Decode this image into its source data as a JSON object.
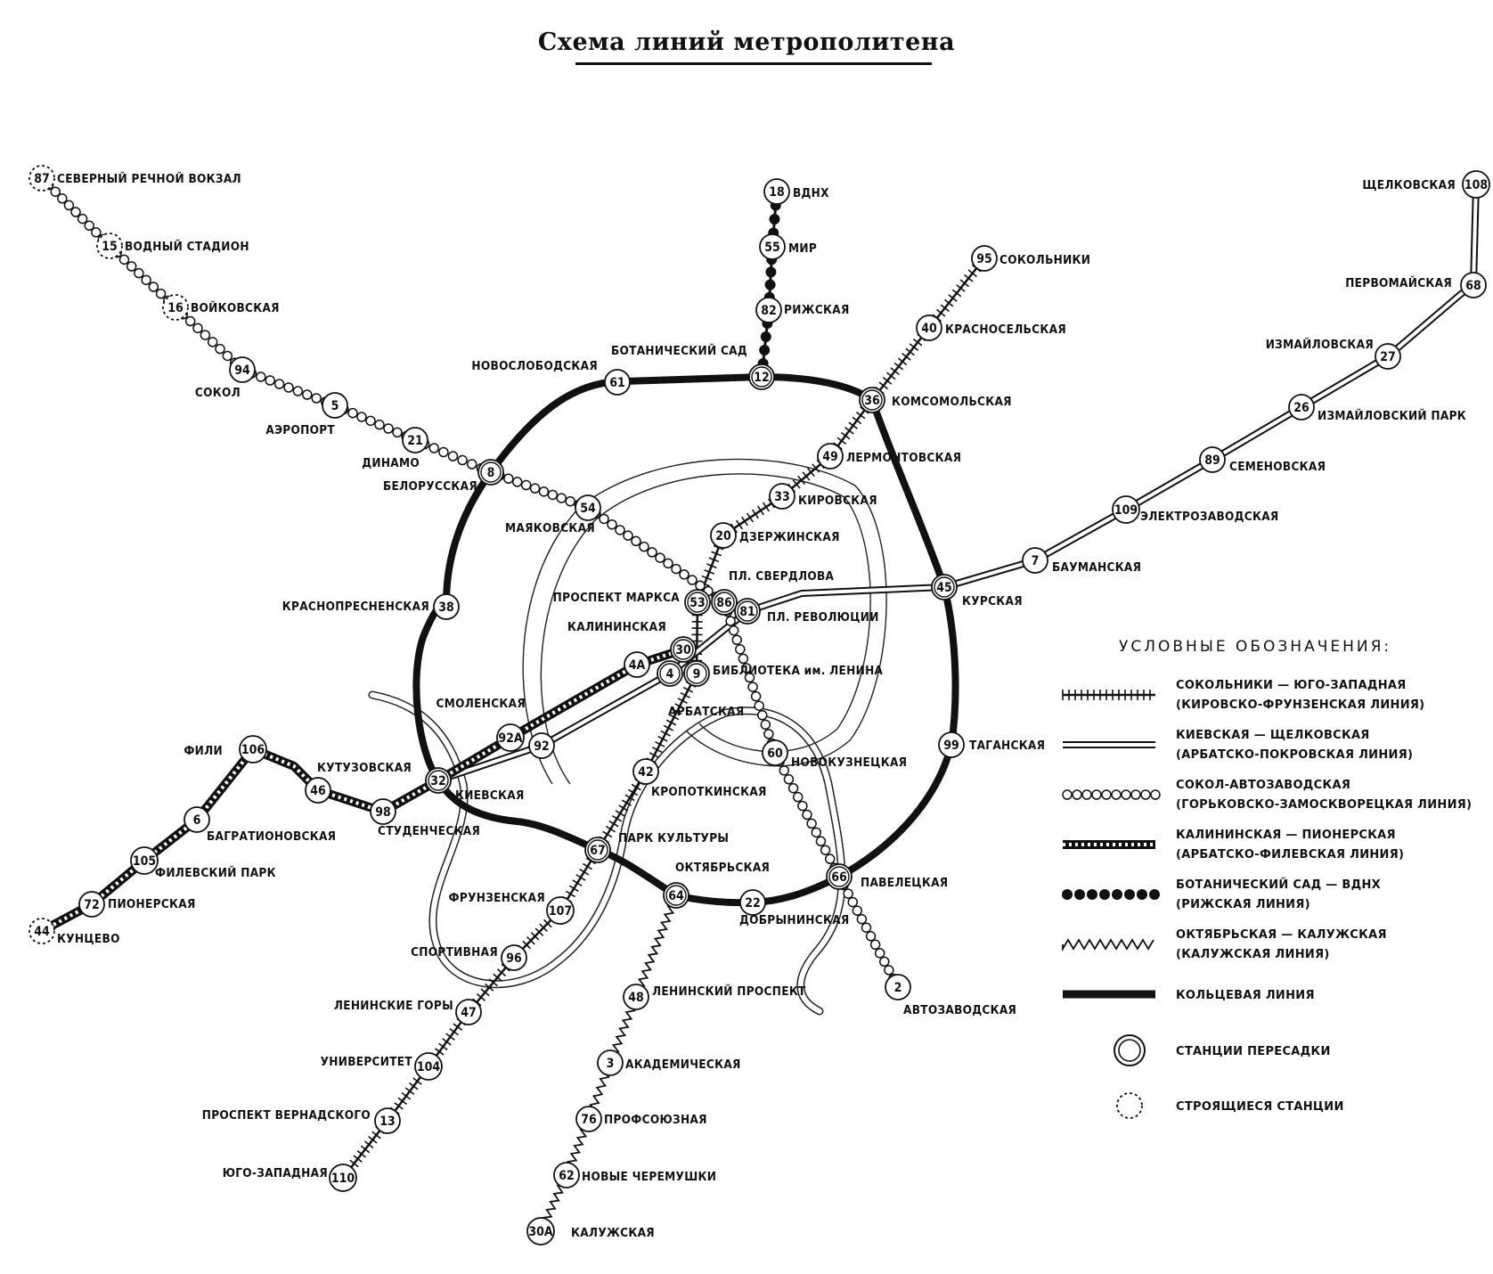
{
  "title": "Схема линий метрополитена",
  "legend": {
    "title": "УСЛОВНЫЕ ОБОЗНАЧЕНИЯ:",
    "items": [
      {
        "style": "ties",
        "line1": "СОКОЛЬНИКИ — ЮГО-ЗАПАДНАЯ",
        "line2": "(КИРОВСКО-ФРУНЗЕНСКАЯ ЛИНИЯ)"
      },
      {
        "style": "double",
        "line1": "КИЕВСКАЯ — ЩЕЛКОВСКАЯ",
        "line2": "(АРБАТСКО-ПОКРОВСКАЯ ЛИНИЯ)"
      },
      {
        "style": "circles",
        "line1": "СОКОЛ-АВТОЗАВОДСКАЯ",
        "line2": "(ГОРЬКОВСКО-ЗАМОСКВОРЕЦКАЯ ЛИНИЯ)"
      },
      {
        "style": "ladder",
        "line1": "КАЛИНИНСКАЯ — ПИОНЕРСКАЯ",
        "line2": "(АРБАТСКО-ФИЛЕВСКАЯ ЛИНИЯ)"
      },
      {
        "style": "dots",
        "line1": "БОТАНИЧЕСКИЙ САД — ВДНХ",
        "line2": "(РИЖСКАЯ ЛИНИЯ)"
      },
      {
        "style": "zigzag",
        "line1": "ОКТЯБРЬСКАЯ — КАЛУЖСКАЯ",
        "line2": "(КАЛУЖСКАЯ ЛИНИЯ)"
      },
      {
        "style": "thick",
        "line1": "КОЛЬЦЕВАЯ ЛИНИЯ",
        "line2": ""
      },
      {
        "style": "transfer",
        "line1": "СТАНЦИИ ПЕРЕСАДКИ",
        "line2": ""
      },
      {
        "style": "construction",
        "line1": "СТРОЯЩИЕСЯ СТАНЦИИ",
        "line2": ""
      }
    ]
  },
  "stations": [
    {
      "id": "87",
      "name": "СЕВЕРНЫЙ РЕЧНОЙ ВОКЗАЛ",
      "dashed": true
    },
    {
      "id": "15",
      "name": "ВОДНЫЙ СТАДИОН",
      "dashed": true
    },
    {
      "id": "16",
      "name": "ВОЙКОВСКАЯ",
      "dashed": true
    },
    {
      "id": "94",
      "name": "СОКОЛ"
    },
    {
      "id": "5",
      "name": "АЭРОПОРТ"
    },
    {
      "id": "21",
      "name": "ДИНАМО"
    },
    {
      "id": "8",
      "name": "БЕЛОРУССКАЯ",
      "transfer": true
    },
    {
      "id": "54",
      "name": "МАЯКОВСКАЯ"
    },
    {
      "id": "86",
      "name": "ПЛ. СВЕРДЛОВА",
      "transfer": true
    },
    {
      "id": "60",
      "name": "НОВОКУЗНЕЦКАЯ"
    },
    {
      "id": "66",
      "name": "ПАВЕЛЕЦКАЯ",
      "transfer": true
    },
    {
      "id": "2",
      "name": "АВТОЗАВОДСКАЯ"
    },
    {
      "id": "18",
      "name": "ВДНХ"
    },
    {
      "id": "55",
      "name": "МИР"
    },
    {
      "id": "82",
      "name": "РИЖСКАЯ"
    },
    {
      "id": "12",
      "name": "БОТАНИЧЕСКИЙ САД",
      "transfer": true
    },
    {
      "id": "61",
      "name": "НОВОСЛОБОДСКАЯ"
    },
    {
      "id": "95",
      "name": "СОКОЛЬНИКИ"
    },
    {
      "id": "40",
      "name": "КРАСНОСЕЛЬСКАЯ"
    },
    {
      "id": "36",
      "name": "КОМСОМОЛЬСКАЯ",
      "transfer": true
    },
    {
      "id": "49",
      "name": "ЛЕРМОНТОВСКАЯ"
    },
    {
      "id": "33",
      "name": "КИРОВСКАЯ"
    },
    {
      "id": "20",
      "name": "ДЗЕРЖИНСКАЯ"
    },
    {
      "id": "53",
      "name": "ПРОСПЕКТ МАРКСА",
      "transfer": true
    },
    {
      "id": "9",
      "name": "БИБЛИОТЕКА им. ЛЕНИНА",
      "transfer": true
    },
    {
      "id": "42",
      "name": "КРОПОТКИНСКАЯ"
    },
    {
      "id": "67",
      "name": "ПАРК КУЛЬТУРЫ",
      "transfer": true
    },
    {
      "id": "107",
      "name": "ФРУНЗЕНСКАЯ"
    },
    {
      "id": "96",
      "name": "СПОРТИВНАЯ"
    },
    {
      "id": "47",
      "name": "ЛЕНИНСКИЕ ГОРЫ"
    },
    {
      "id": "104",
      "name": "УНИВЕРСИТЕТ"
    },
    {
      "id": "13",
      "name": "ПРОСПЕКТ ВЕРНАДСКОГО"
    },
    {
      "id": "110",
      "name": "ЮГО-ЗАПАДНАЯ"
    },
    {
      "id": "108",
      "name": "ЩЕЛКОВСКАЯ"
    },
    {
      "id": "68",
      "name": "ПЕРВОМАЙСКАЯ"
    },
    {
      "id": "27",
      "name": "ИЗМАЙЛОВСКАЯ"
    },
    {
      "id": "26",
      "name": "ИЗМАЙЛОВСКИЙ ПАРК"
    },
    {
      "id": "89",
      "name": "СЕМЕНОВСКАЯ"
    },
    {
      "id": "109",
      "name": "ЭЛЕКТРОЗАВОДСКАЯ"
    },
    {
      "id": "7",
      "name": "БАУМАНСКАЯ"
    },
    {
      "id": "45",
      "name": "КУРСКАЯ",
      "transfer": true
    },
    {
      "id": "81",
      "name": "ПЛ. РЕВОЛЮЦИИ",
      "transfer": true
    },
    {
      "id": "4",
      "name": "АРБАТСКАЯ",
      "transfer": true
    },
    {
      "id": "92",
      "name": ""
    },
    {
      "id": "32",
      "name": "КИЕВСКАЯ",
      "transfer": true
    },
    {
      "id": "30",
      "name": "КАЛИНИНСКАЯ",
      "transfer": true
    },
    {
      "id": "4А",
      "name": ""
    },
    {
      "id": "92А",
      "name": "СМОЛЕНСКАЯ"
    },
    {
      "id": "98",
      "name": "СТУДЕНЧЕСКАЯ"
    },
    {
      "id": "46",
      "name": "КУТУЗОВСКАЯ"
    },
    {
      "id": "106",
      "name": "ФИЛИ"
    },
    {
      "id": "6",
      "name": "БАГРАТИОНОВСКАЯ"
    },
    {
      "id": "105",
      "name": "ФИЛЕВСКИЙ ПАРК"
    },
    {
      "id": "72",
      "name": "ПИОНЕРСКАЯ"
    },
    {
      "id": "44",
      "name": "КУНЦЕВО",
      "dashed": true
    },
    {
      "id": "38",
      "name": "КРАСНОПРЕСНЕНСКАЯ"
    },
    {
      "id": "64",
      "name": "ОКТЯБРЬСКАЯ",
      "transfer": true
    },
    {
      "id": "22",
      "name": "ДОБРЫНИНСКАЯ"
    },
    {
      "id": "99",
      "name": "ТАГАНСКАЯ"
    },
    {
      "id": "48",
      "name": "ЛЕНИНСКИЙ ПРОСПЕКТ"
    },
    {
      "id": "3",
      "name": "АКАДЕМИЧЕСКАЯ"
    },
    {
      "id": "76",
      "name": "ПРОФСОЮЗНАЯ"
    },
    {
      "id": "62",
      "name": "НОВЫЕ ЧЕРЕМУШКИ"
    },
    {
      "id": "30А",
      "name": "КАЛУЖСКАЯ"
    }
  ]
}
